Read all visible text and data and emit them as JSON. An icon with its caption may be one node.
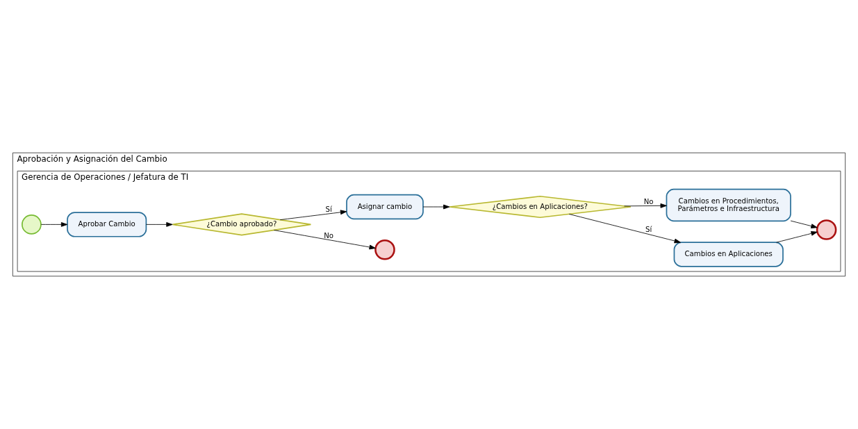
{
  "diagram": {
    "nodes": [
      {
        "text": [
          "Aprobación y Asignación del Cambio"
        ]
      },
      {
        "text": [
          "Gerencia de Operaciones / Jefatura de TI"
        ],
        "in": 0
      },
      {
        "text": [],
        "shape": "circle",
        "in": 1
      },
      {
        "text": [
          "Aprobar Cambio"
        ],
        "in": 1
      },
      {
        "text": [
          "¿Cambio aprobado?"
        ],
        "in": 1
      },
      {
        "text": [],
        "shape": "circle",
        "in": 1
      },
      {
        "text": [
          "Asignar cambio"
        ],
        "in": 1
      },
      {
        "text": [
          "¿Cambios en Aplicaciones?"
        ],
        "in": 1
      },
      {
        "text": [
          "Cambios en Aplicaciones"
        ],
        "in": 1
      },
      {
        "text": [
          "Cambios en Procedimientos, Parámetros e Infraestructura"
        ],
        "in": 1
      },
      {
        "text": [],
        "shape": "circle",
        "in": 1
      }
    ],
    "edges": [
      {
        "from": 2,
        "to": 3,
        "arrow": "to"
      },
      {
        "from": 3,
        "to": 4,
        "arrow": "to"
      },
      {
        "from": 4,
        "to": 6,
        "arrow": "to",
        "label": "Sí"
      },
      {
        "from": 4,
        "to": 5,
        "arrow": "to",
        "label": "No"
      },
      {
        "from": 6,
        "to": 7,
        "arrow": "to"
      },
      {
        "from": 7,
        "to": 8,
        "arrow": "to",
        "label": "Sí"
      },
      {
        "from": 7,
        "to": 9,
        "arrow": "to",
        "label": "No"
      },
      {
        "from": 8,
        "to": 10,
        "arrow": "to"
      },
      {
        "from": 9,
        "to": 10,
        "arrow": "to"
      }
    ]
  }
}
